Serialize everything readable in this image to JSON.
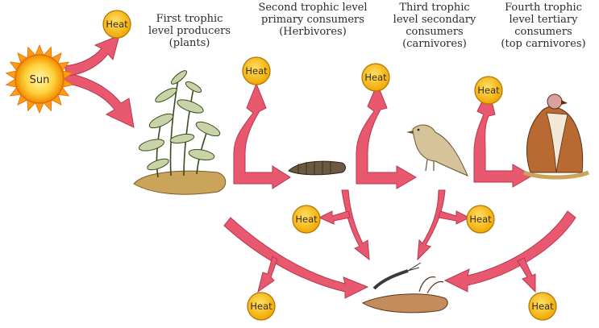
{
  "sun": {
    "label": "Sun"
  },
  "heat": {
    "label": "Heat"
  },
  "levels": [
    {
      "name": "First trophic level",
      "lines": [
        "First trophic",
        "level producers",
        "(plants)"
      ]
    },
    {
      "name": "Second trophic level",
      "lines": [
        "Second trophic level",
        "primary consumers",
        "(Herbivores)"
      ]
    },
    {
      "name": "Third trophic level",
      "lines": [
        "Third trophic",
        "level  secondary",
        "consumers",
        "(carnivores)"
      ]
    },
    {
      "name": "Fourth trophic level",
      "lines": [
        "Fourth trophic",
        "level tertiary",
        "consumers",
        "(top carnivores)"
      ]
    }
  ],
  "colors": {
    "arrow": "#e8586f",
    "arrow_outline": "#b9364f",
    "heat_fill": "#f5b800",
    "sun_fill": "#ffd23a",
    "soil": "#c9a45a"
  },
  "icons": [
    "sun-icon",
    "plant-icon",
    "caterpillar-icon",
    "bird-icon",
    "vulture-icon",
    "decomposers-icon"
  ]
}
